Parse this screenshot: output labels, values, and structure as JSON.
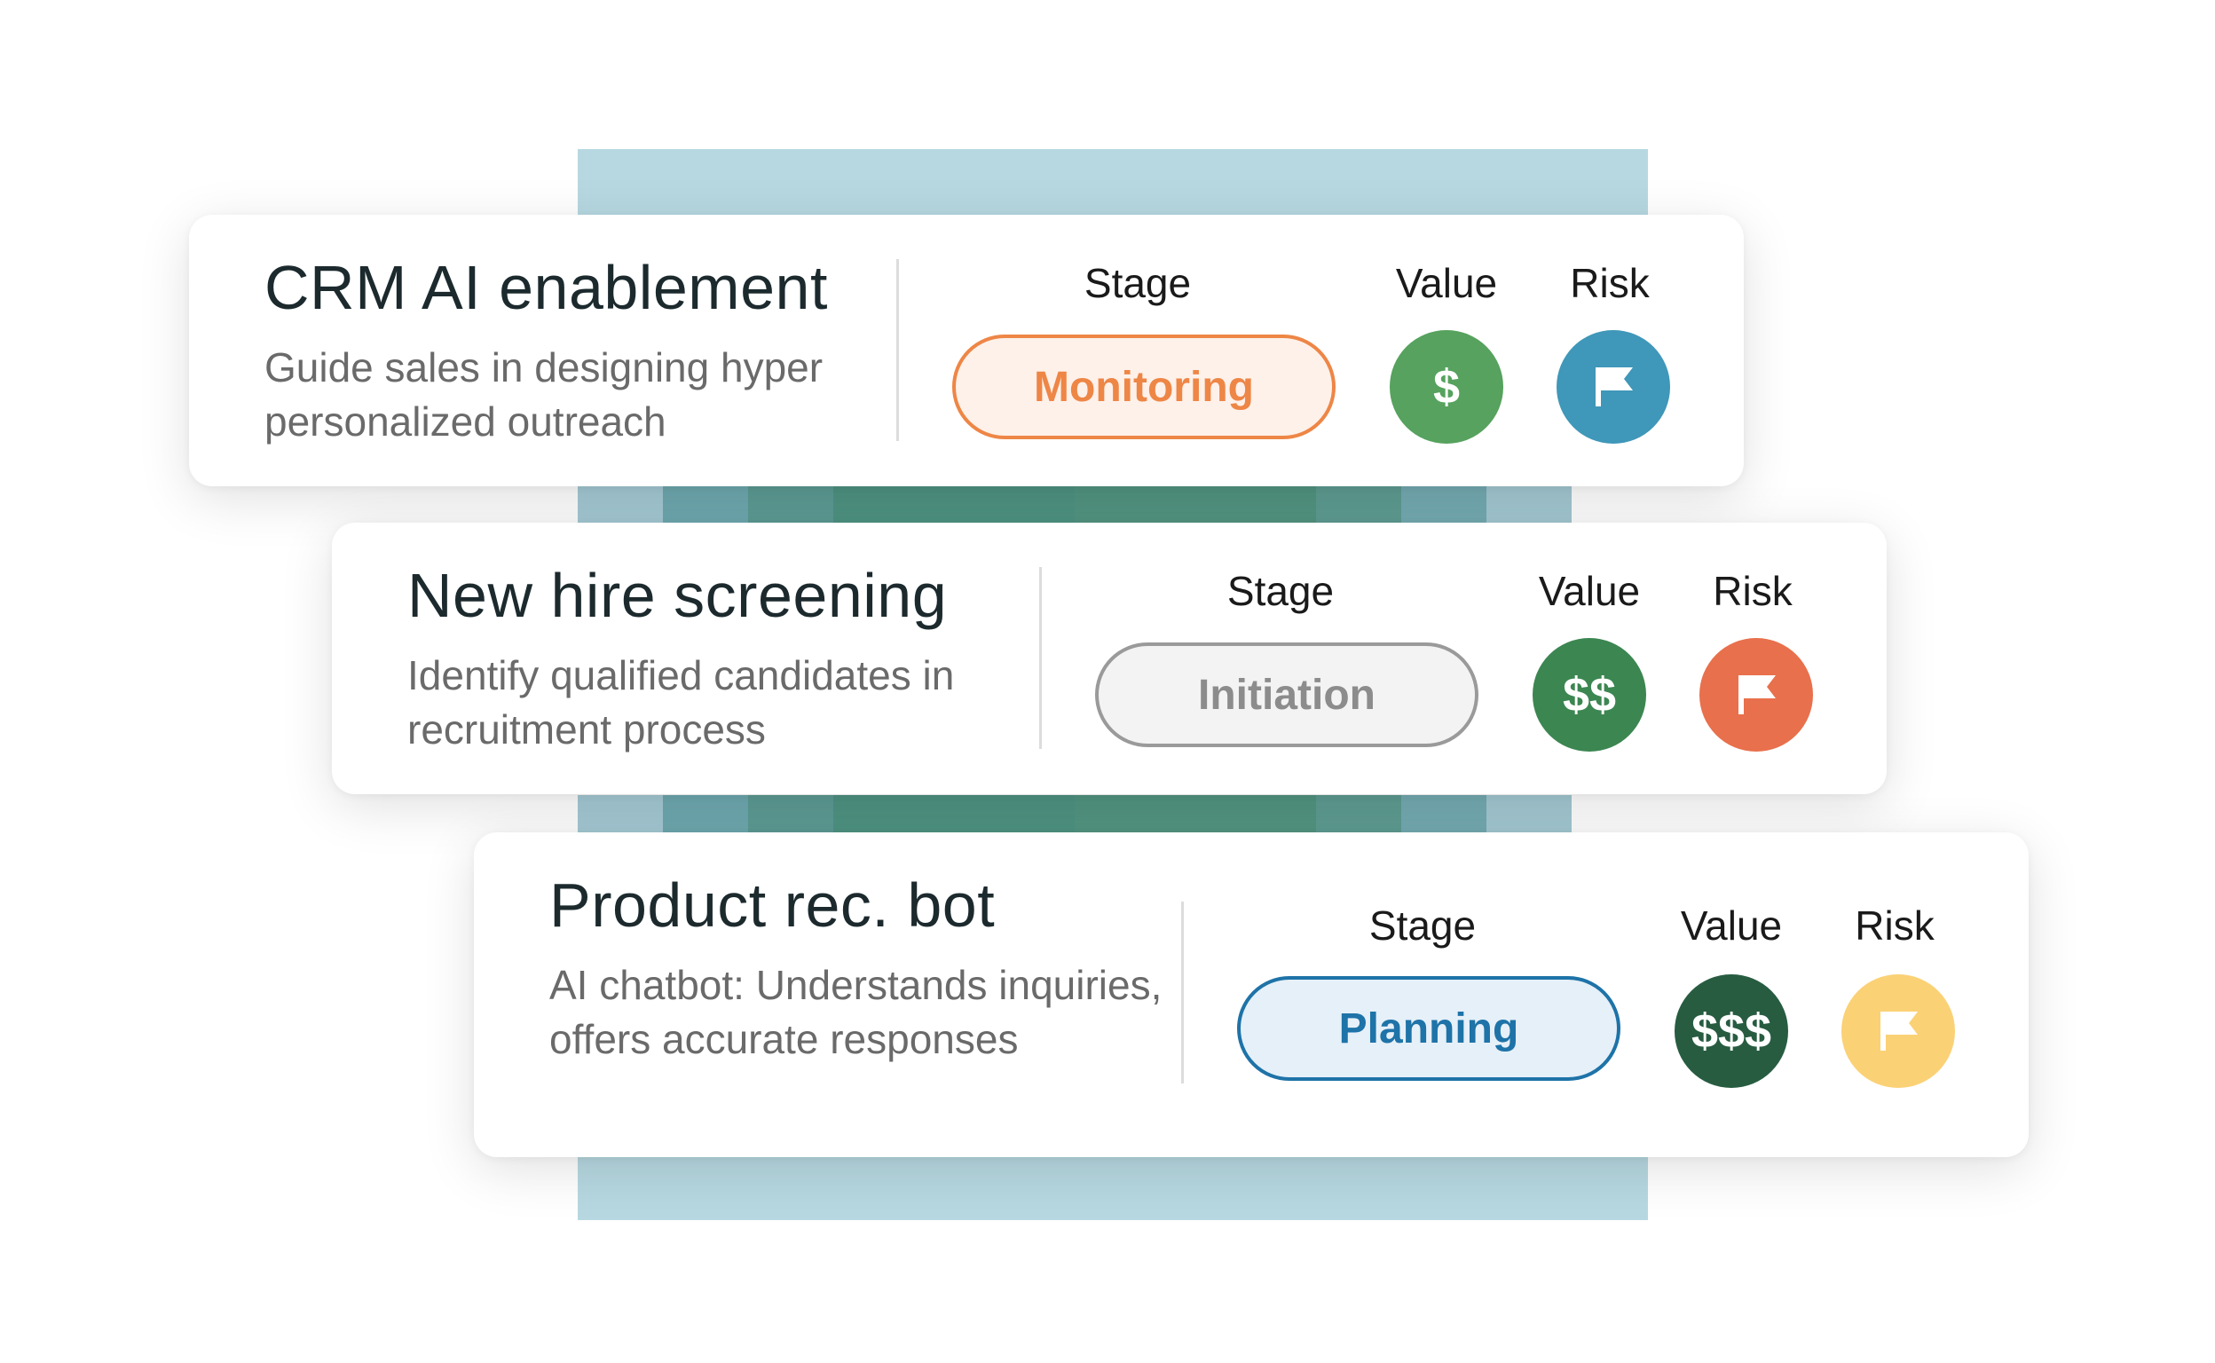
{
  "background_bands": {
    "solid_color": "#b7d8e1",
    "strip_colors": [
      "#a5cad5",
      "#6fa9b0",
      "#5e9c95",
      "#4f9483",
      "#539682",
      "#5f9d93",
      "#75acb3",
      "#a4c9d3"
    ]
  },
  "projects": [
    {
      "title": "CRM AI enablement",
      "description": "Guide sales in designing hyper personalized outreach",
      "stage_header": "Stage",
      "value_header": "Value",
      "risk_header": "Risk",
      "stage": {
        "label": "Monitoring",
        "text_color": "#ee8646",
        "border_color": "#ee8646",
        "fill_color": "#fdf1ea"
      },
      "value": {
        "label": "$",
        "color": "#56a25e"
      },
      "risk": {
        "icon": "flag-icon",
        "color": "#3f97b9"
      }
    },
    {
      "title": "New hire screening",
      "description": "Identify qualified candidates in recruitment process",
      "stage_header": "Stage",
      "value_header": "Value",
      "risk_header": "Risk",
      "stage": {
        "label": "Initiation",
        "text_color": "#8c8c8c",
        "border_color": "#9a9a9a",
        "fill_color": "#f3f3f3"
      },
      "value": {
        "label": "$$",
        "color": "#3c8651"
      },
      "risk": {
        "icon": "flag-icon",
        "color": "#e8704c"
      }
    },
    {
      "title": "Product rec. bot",
      "description": "AI chatbot: Understands inquiries, offers accurate responses",
      "stage_header": "Stage",
      "value_header": "Value",
      "risk_header": "Risk",
      "stage": {
        "label": "Planning",
        "text_color": "#1e73a8",
        "border_color": "#1e73a8",
        "fill_color": "#e6f0f8"
      },
      "value": {
        "label": "$$$",
        "color": "#275c41"
      },
      "risk": {
        "icon": "flag-icon",
        "color": "#fbd176"
      }
    }
  ]
}
